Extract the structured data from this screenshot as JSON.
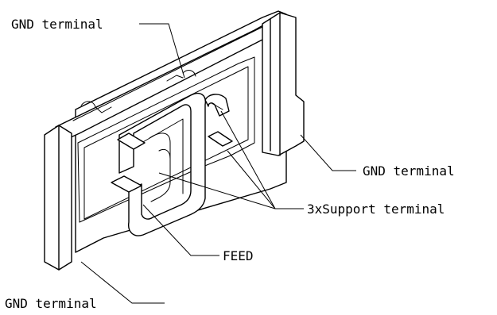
{
  "labels": {
    "gnd_top": "GND terminal",
    "gnd_right": "GND terminal",
    "support": "3xSupport terminal",
    "feed": "FEED",
    "gnd_bottom": "GND terminal"
  }
}
